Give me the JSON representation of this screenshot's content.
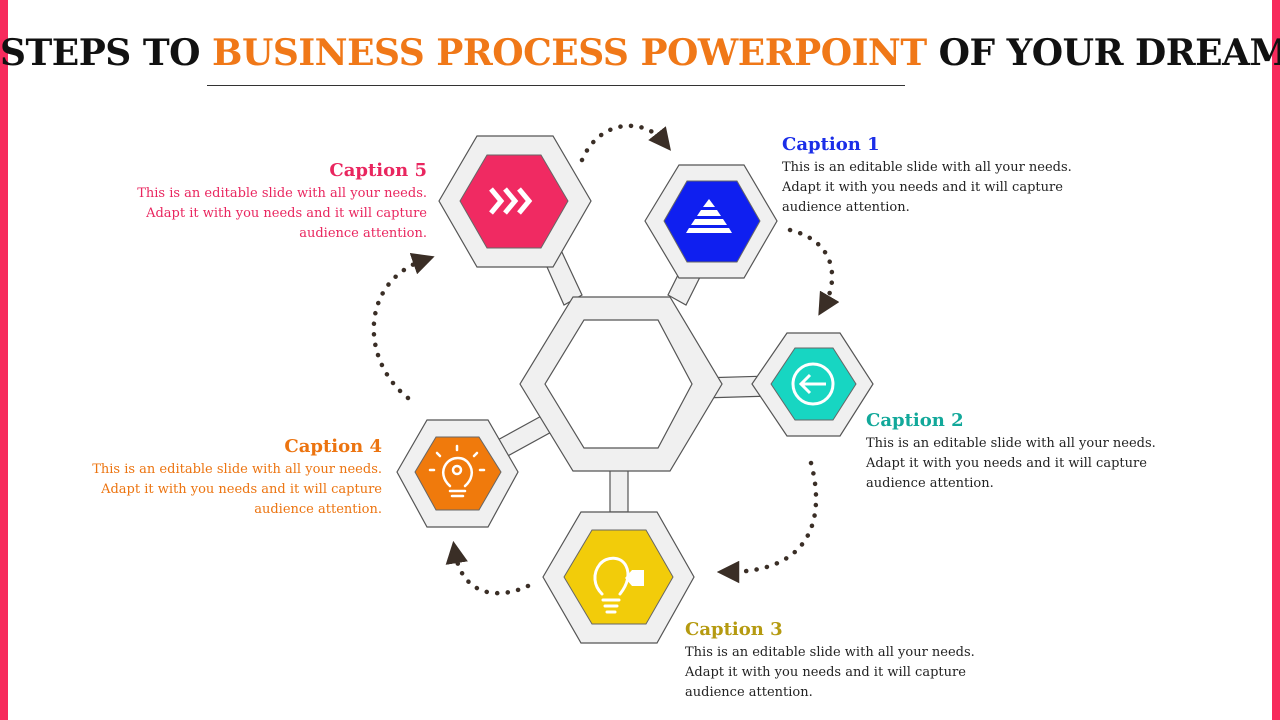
{
  "title": {
    "part1": "STEPS TO ",
    "part2": "BUSINESS PROCESS POWERPOINT",
    "part3": " OF YOUR DREAMS"
  },
  "colors": {
    "side_bar": "#f72a5c",
    "title_accent": "#f07818",
    "step1": "#0f1ff0",
    "step2": "#17d6c2",
    "step3": "#f2cc0a",
    "step4": "#f07a0c",
    "step5": "#f02a62",
    "hex_frame": "#f0f0f0"
  },
  "steps": [
    {
      "caption": "Caption 1",
      "line1": "This is an editable slide with all your needs.",
      "line2": "Adapt it  with you needs and it will capture",
      "line3": "audience attention.",
      "icon": "pyramid-icon"
    },
    {
      "caption": "Caption 2",
      "line1": "This is an editable slide with all your needs.",
      "line2": "Adapt it  with you needs and it will capture",
      "line3": "audience attention.",
      "icon": "arrow-left-circle-icon"
    },
    {
      "caption": "Caption 3",
      "line1": "This is an editable slide with all your needs.",
      "line2": "Adapt it  with you needs and it will capture",
      "line3": "audience attention.",
      "icon": "lightbulb-tag-icon"
    },
    {
      "caption": "Caption 4",
      "line1": "This is an editable slide with all your needs.",
      "line2": "Adapt it  with you needs and it will capture",
      "line3": "audience attention.",
      "icon": "lightbulb-gear-icon"
    },
    {
      "caption": "Caption 5",
      "line1": "This is an editable slide with all your needs.",
      "line2": "Adapt it  with you needs and it will capture",
      "line3": "audience attention.",
      "icon": "chevrons-right-icon"
    }
  ]
}
